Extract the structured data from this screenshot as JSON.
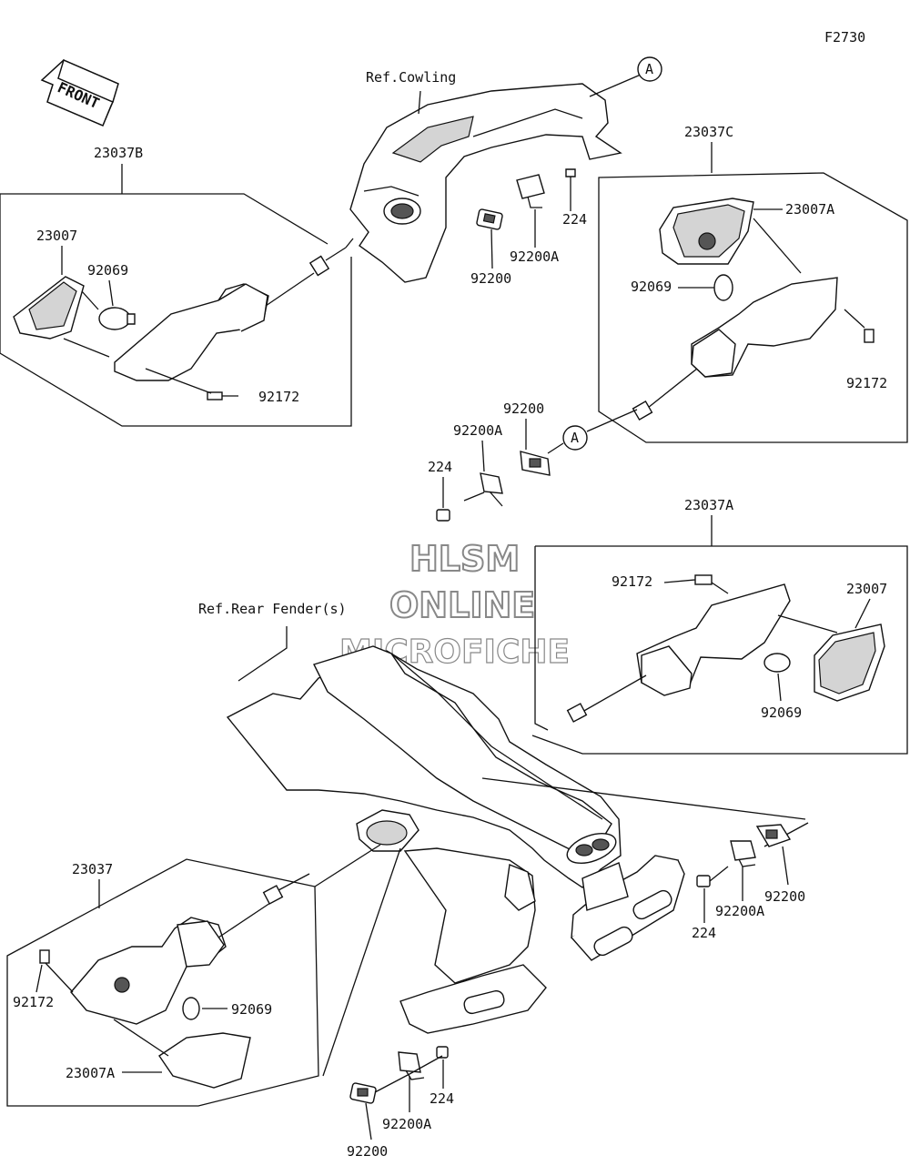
{
  "figure_code": "F2730",
  "front_label": "FRONT",
  "ref_cowling": "Ref.Cowling",
  "ref_rear_fender": "Ref.Rear Fender(s)",
  "callout_a": "A",
  "watermark": {
    "line1": "HLSM",
    "line2": "ONLINE",
    "line3": "MICROFICHE"
  },
  "labels": {
    "a23037B": "23037B",
    "a23007": "23007",
    "a92069": "92069",
    "a92172": "92172",
    "a23037C": "23037C",
    "a23007A": "23007A",
    "c92069": "92069",
    "c92172": "92172",
    "top224": "224",
    "top92200A": "92200A",
    "top92200": "92200",
    "m92200": "92200",
    "m92200A": "92200A",
    "m224": "224",
    "a23037A": "23037A",
    "r92172": "92172",
    "r23007": "23007",
    "r92069": "92069",
    "a23037": "23037",
    "l92172": "92172",
    "l92069": "92069",
    "l23007A": "23007A",
    "rb92200": "92200",
    "rb92200A": "92200A",
    "rb224": "224",
    "bb224": "224",
    "bb92200A": "92200A",
    "bb92200": "92200"
  }
}
